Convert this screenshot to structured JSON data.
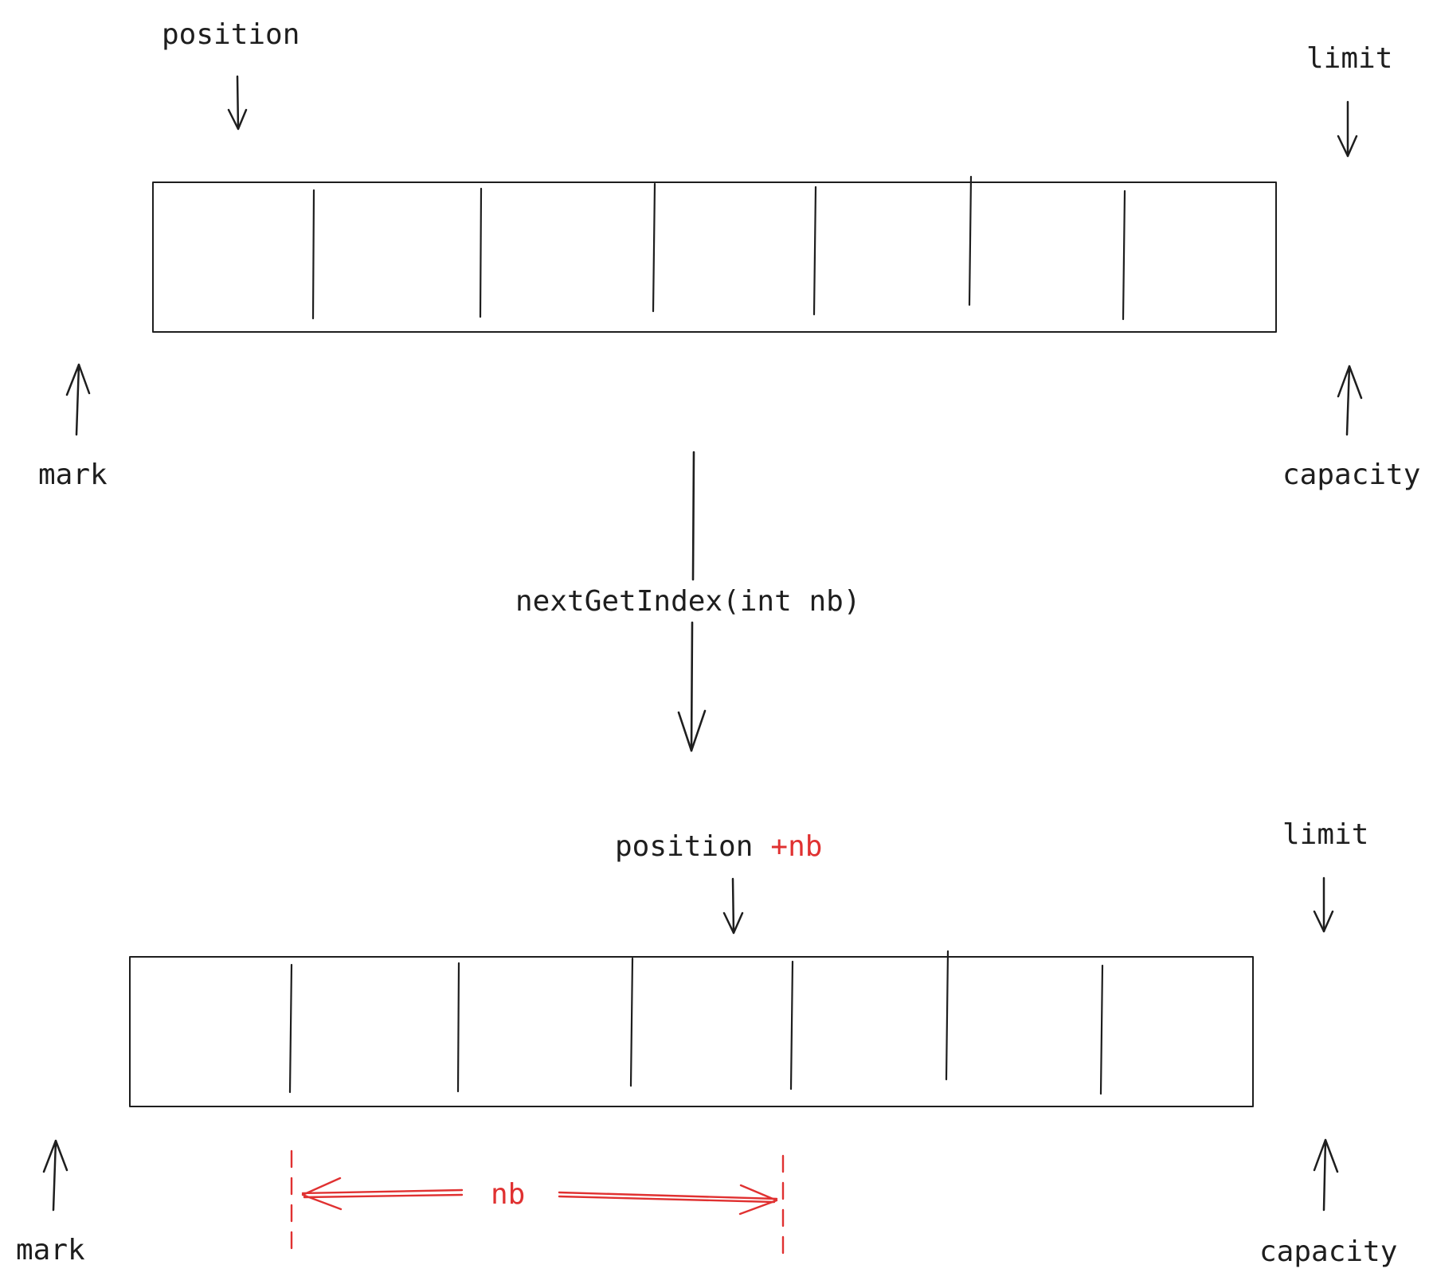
{
  "top": {
    "position_label": "position",
    "limit_label": "limit",
    "mark_label": "mark",
    "capacity_label": "capacity",
    "cells": 7
  },
  "transition": {
    "method_label": "nextGetIndex(int nb)"
  },
  "bottom": {
    "position_label": "position",
    "position_suffix": "+nb",
    "limit_label": "limit",
    "mark_label": "mark",
    "capacity_label": "capacity",
    "cells": 7,
    "span_label": "nb"
  },
  "colors": {
    "ink": "#1e1e1e",
    "cell_fill": "#e9ecef",
    "accent_red": "#e03131"
  }
}
